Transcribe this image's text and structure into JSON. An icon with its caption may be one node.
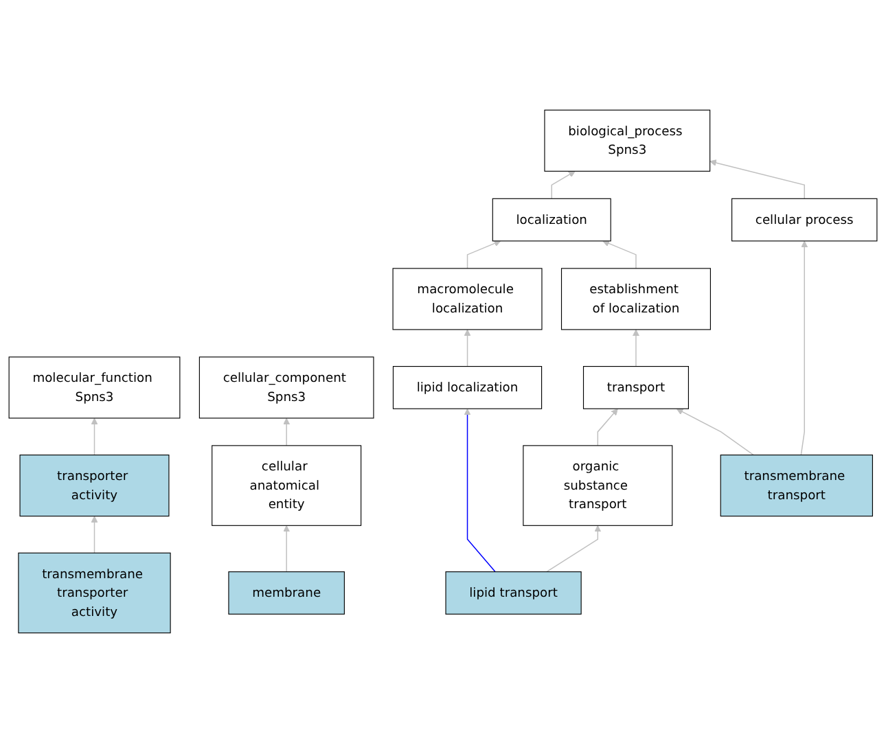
{
  "diagram": {
    "nodes": [
      {
        "text": [
          "molecular_function Spns3"
        ]
      },
      {
        "text": [
          "transporter activity"
        ]
      },
      {
        "text": [
          "transmembrane transporter activity"
        ]
      },
      {
        "text": [
          "cellular_component Spns3"
        ]
      },
      {
        "text": [
          "cellular anatomical entity"
        ]
      },
      {
        "text": [
          "membrane"
        ]
      },
      {
        "text": [
          "biological_process Spns3"
        ]
      },
      {
        "text": [
          "localization"
        ]
      },
      {
        "text": [
          "macromolecule localization"
        ]
      },
      {
        "text": [
          "establishment of localization"
        ]
      },
      {
        "text": [
          "lipid localization"
        ]
      },
      {
        "text": [
          "transport"
        ]
      },
      {
        "text": [
          "cellular process"
        ]
      },
      {
        "text": [
          "organic substance transport"
        ]
      },
      {
        "text": [
          "transmembrane transport"
        ]
      },
      {
        "text": [
          "lipid transport"
        ]
      }
    ],
    "edges": [
      {
        "from": 1,
        "to": 0,
        "arrow": "to"
      },
      {
        "from": 2,
        "to": 1,
        "arrow": "to"
      },
      {
        "from": 4,
        "to": 3,
        "arrow": "to"
      },
      {
        "from": 5,
        "to": 4,
        "arrow": "to"
      },
      {
        "from": 7,
        "to": 6,
        "arrow": "to"
      },
      {
        "from": 12,
        "to": 6,
        "arrow": "to"
      },
      {
        "from": 8,
        "to": 7,
        "arrow": "to"
      },
      {
        "from": 9,
        "to": 7,
        "arrow": "to"
      },
      {
        "from": 10,
        "to": 8,
        "arrow": "to"
      },
      {
        "from": 11,
        "to": 9,
        "arrow": "to"
      },
      {
        "from": 13,
        "to": 11,
        "arrow": "to"
      },
      {
        "from": 14,
        "to": 11,
        "arrow": "to"
      },
      {
        "from": 14,
        "to": 12,
        "arrow": "to"
      },
      {
        "from": 15,
        "to": 10,
        "arrow": "to",
        "color": "#0000ff"
      },
      {
        "from": 15,
        "to": 13,
        "arrow": "to"
      }
    ]
  }
}
